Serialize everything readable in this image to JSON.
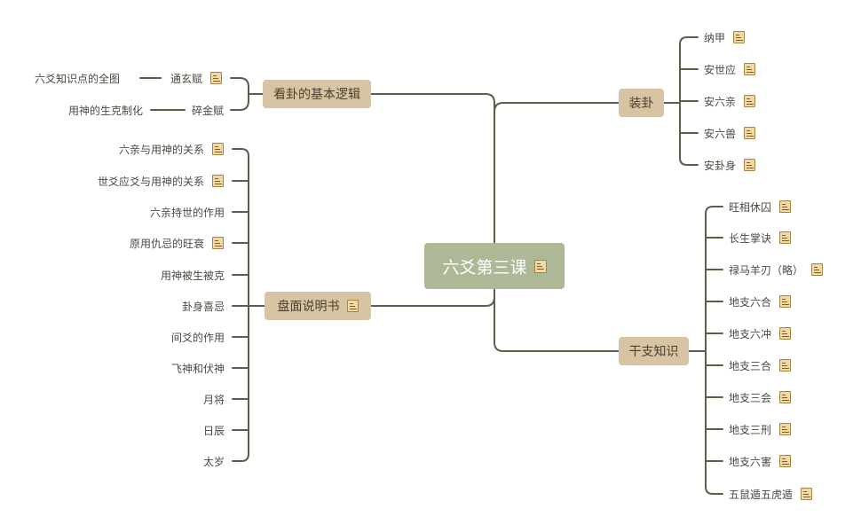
{
  "root": {
    "label": "六爻第三课",
    "has_note": true
  },
  "branches": {
    "logic": {
      "label": "看卦的基本逻辑",
      "children": [
        {
          "label": "通玄赋",
          "has_note": true,
          "sub": "六爻知识点的全图"
        },
        {
          "label": "碎金赋",
          "has_note": false,
          "sub": "用神的生克制化"
        }
      ]
    },
    "board": {
      "label": "盘面说明书",
      "has_note": true,
      "children": [
        {
          "label": "六亲与用神的关系",
          "has_note": true
        },
        {
          "label": "世爻应爻与用神的关系",
          "has_note": true
        },
        {
          "label": "六亲持世的作用",
          "has_note": false
        },
        {
          "label": "原用仇忌的旺衰",
          "has_note": true
        },
        {
          "label": "用神被生被克",
          "has_note": false
        },
        {
          "label": "卦身喜忌",
          "has_note": false
        },
        {
          "label": "间爻的作用",
          "has_note": false
        },
        {
          "label": "飞神和伏神",
          "has_note": false
        },
        {
          "label": "月将",
          "has_note": false
        },
        {
          "label": "日辰",
          "has_note": false
        },
        {
          "label": "太岁",
          "has_note": false
        }
      ]
    },
    "zhuanggua": {
      "label": "装卦",
      "children": [
        {
          "label": "纳甲",
          "has_note": true
        },
        {
          "label": "安世应",
          "has_note": true
        },
        {
          "label": "安六亲",
          "has_note": true
        },
        {
          "label": "安六兽",
          "has_note": true
        },
        {
          "label": "安卦身",
          "has_note": true
        }
      ]
    },
    "ganzhi": {
      "label": "干支知识",
      "children": [
        {
          "label": "旺相休囚",
          "has_note": true
        },
        {
          "label": "长生掌诀",
          "has_note": true
        },
        {
          "label": "禄马羊刃（略）",
          "has_note": true
        },
        {
          "label": "地支六合",
          "has_note": true
        },
        {
          "label": "地支六冲",
          "has_note": true
        },
        {
          "label": "地支三合",
          "has_note": true
        },
        {
          "label": "地支三会",
          "has_note": true
        },
        {
          "label": "地支三刑",
          "has_note": true
        },
        {
          "label": "地支六害",
          "has_note": true
        },
        {
          "label": "五鼠遁五虎遁",
          "has_note": true
        }
      ]
    }
  },
  "colors": {
    "line": "#5b5e48",
    "root_fill": "#adb996",
    "branch_fill": "#d6c4a2",
    "note_fill": "#f2d9a4"
  },
  "icons": {
    "note": "note-icon"
  }
}
